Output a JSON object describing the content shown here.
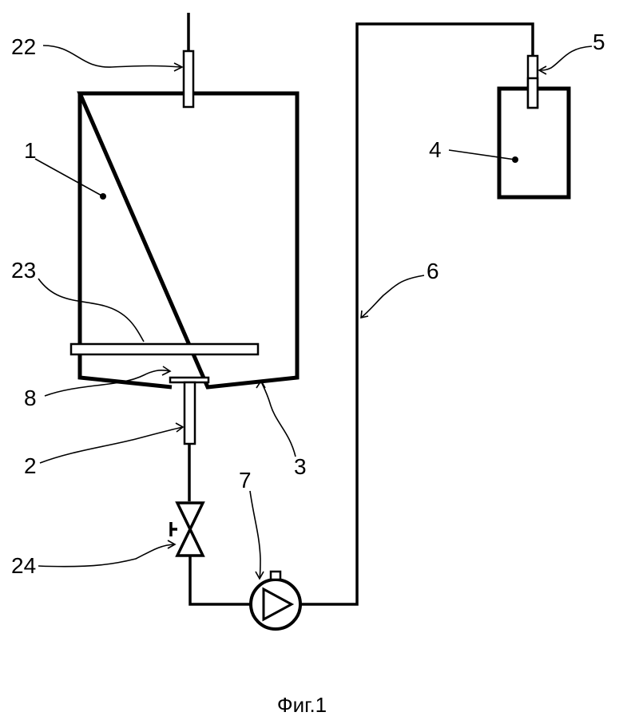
{
  "diagram": {
    "caption": "Фиг.1",
    "labels": {
      "l22": "22",
      "l1": "1",
      "l23": "23",
      "l8": "8",
      "l2": "2",
      "l3": "3",
      "l24": "24",
      "l7": "7",
      "l6": "6",
      "l5": "5",
      "l4": "4"
    }
  }
}
